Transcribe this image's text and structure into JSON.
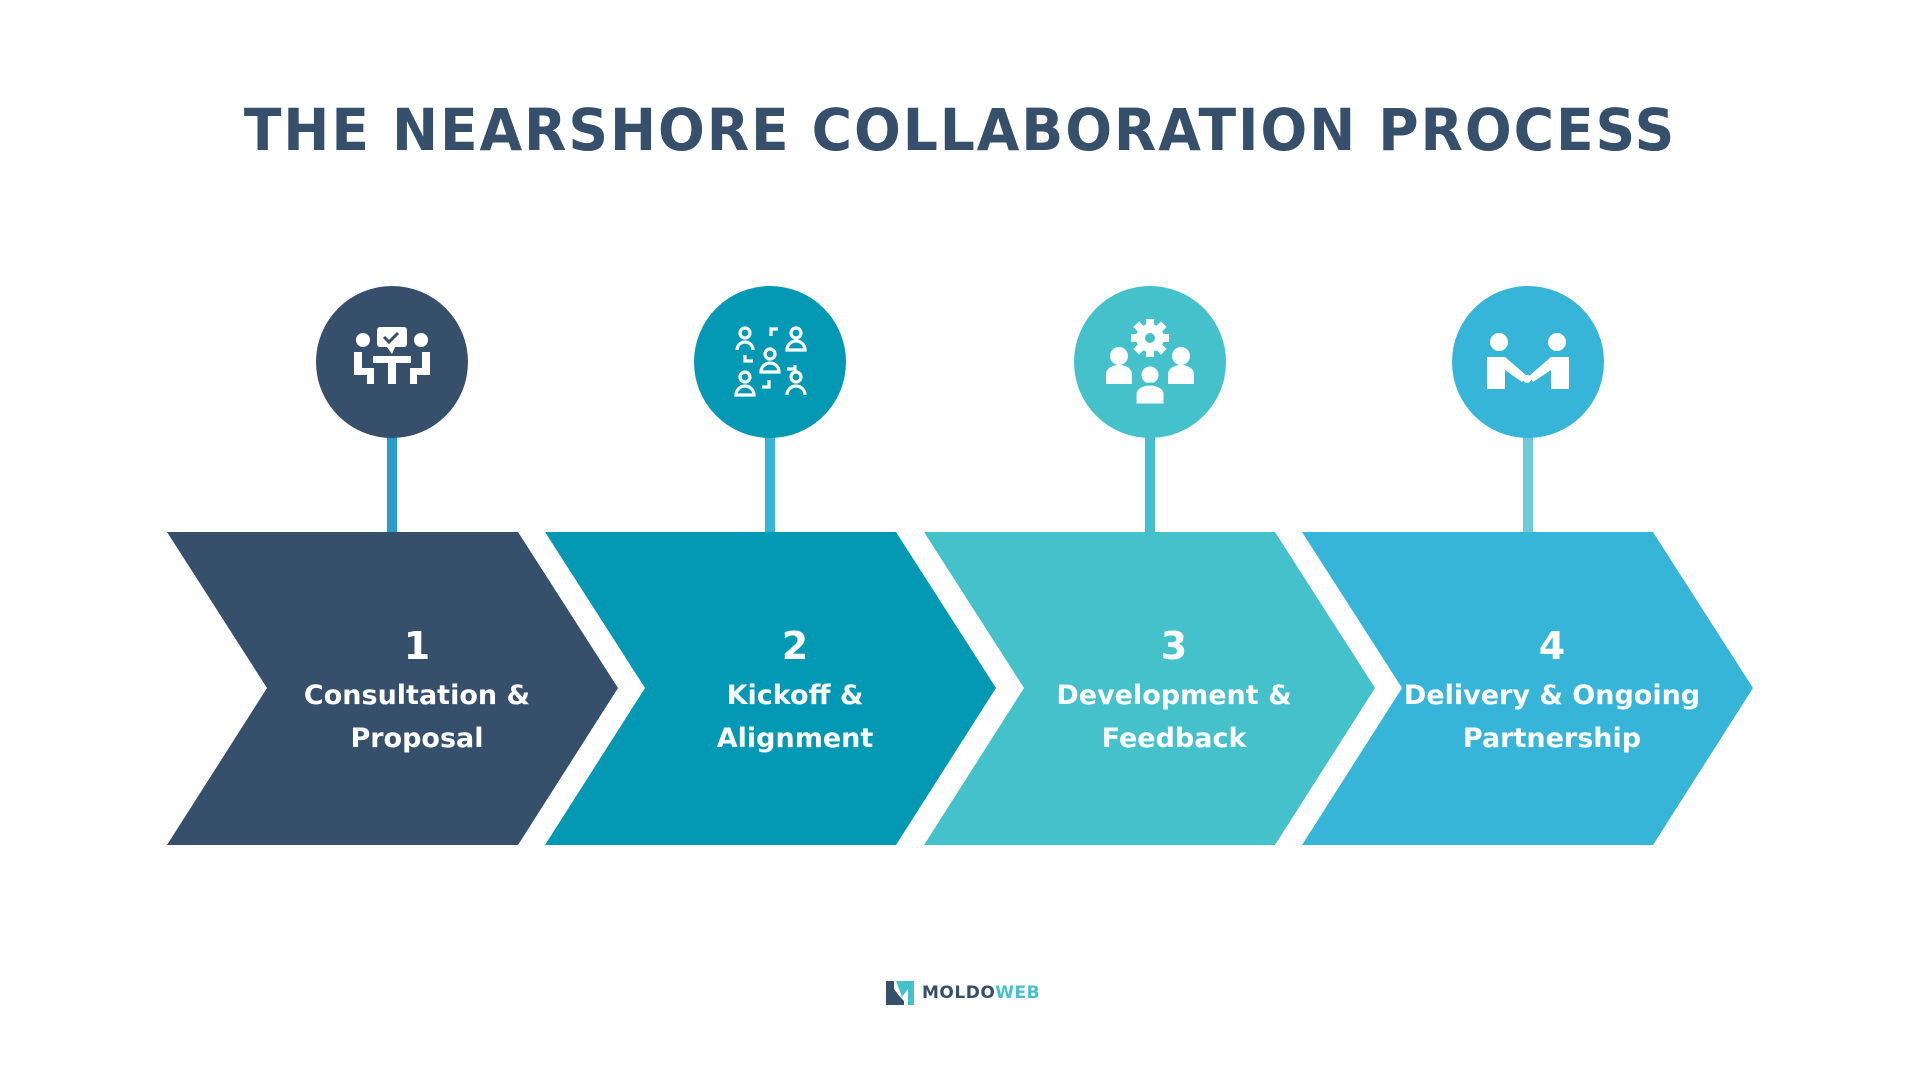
{
  "title": "THE NEARSHORE COLLABORATION PROCESS",
  "colors": {
    "title": "#364f6b",
    "background": "#ffffff",
    "text_on_chevron": "#ffffff"
  },
  "steps": [
    {
      "number": "1",
      "label": "Consultation &\nProposal",
      "icon": "meeting-table-icon",
      "color": "#364f6b",
      "connector_color": "#2a9ccb"
    },
    {
      "number": "2",
      "label": "Kickoff &\nAlignment",
      "icon": "team-network-icon",
      "color": "#0399b5",
      "connector_color": "#37b5d9"
    },
    {
      "number": "3",
      "label": "Development &\nFeedback",
      "icon": "team-gear-icon",
      "color": "#45c1cb",
      "connector_color": "#45bfcf"
    },
    {
      "number": "4",
      "label": "Delivery & Ongoing\nPartnership",
      "icon": "handshake-icon",
      "color": "#37b5d9",
      "connector_color": "#6fcbd8"
    }
  ],
  "logo": {
    "text_a": "MOLDO",
    "text_b": "WEB"
  }
}
